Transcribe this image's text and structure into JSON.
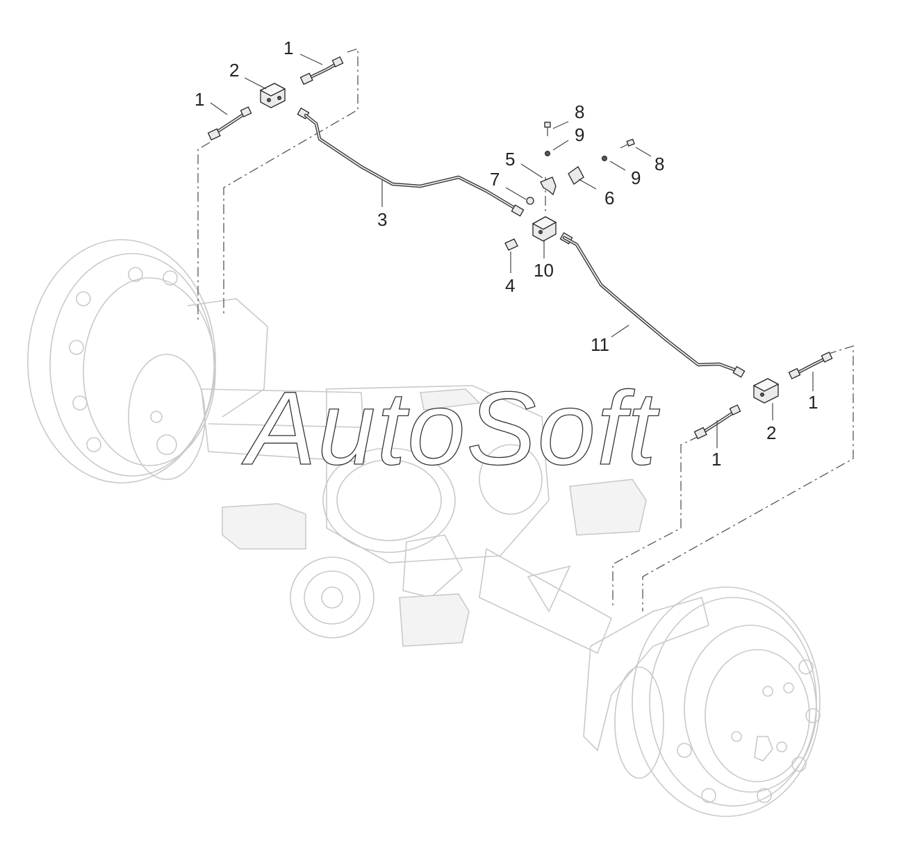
{
  "watermark": "AutoSoft",
  "callouts": {
    "c1a": "1",
    "c1b": "1",
    "c1c": "1",
    "c1d": "1",
    "c2a": "2",
    "c2b": "2",
    "c3": "3",
    "c4": "4",
    "c5": "5",
    "c6": "6",
    "c7": "7",
    "c8a": "8",
    "c8b": "8",
    "c9a": "9",
    "c9b": "9",
    "c10": "10",
    "c11": "11"
  }
}
